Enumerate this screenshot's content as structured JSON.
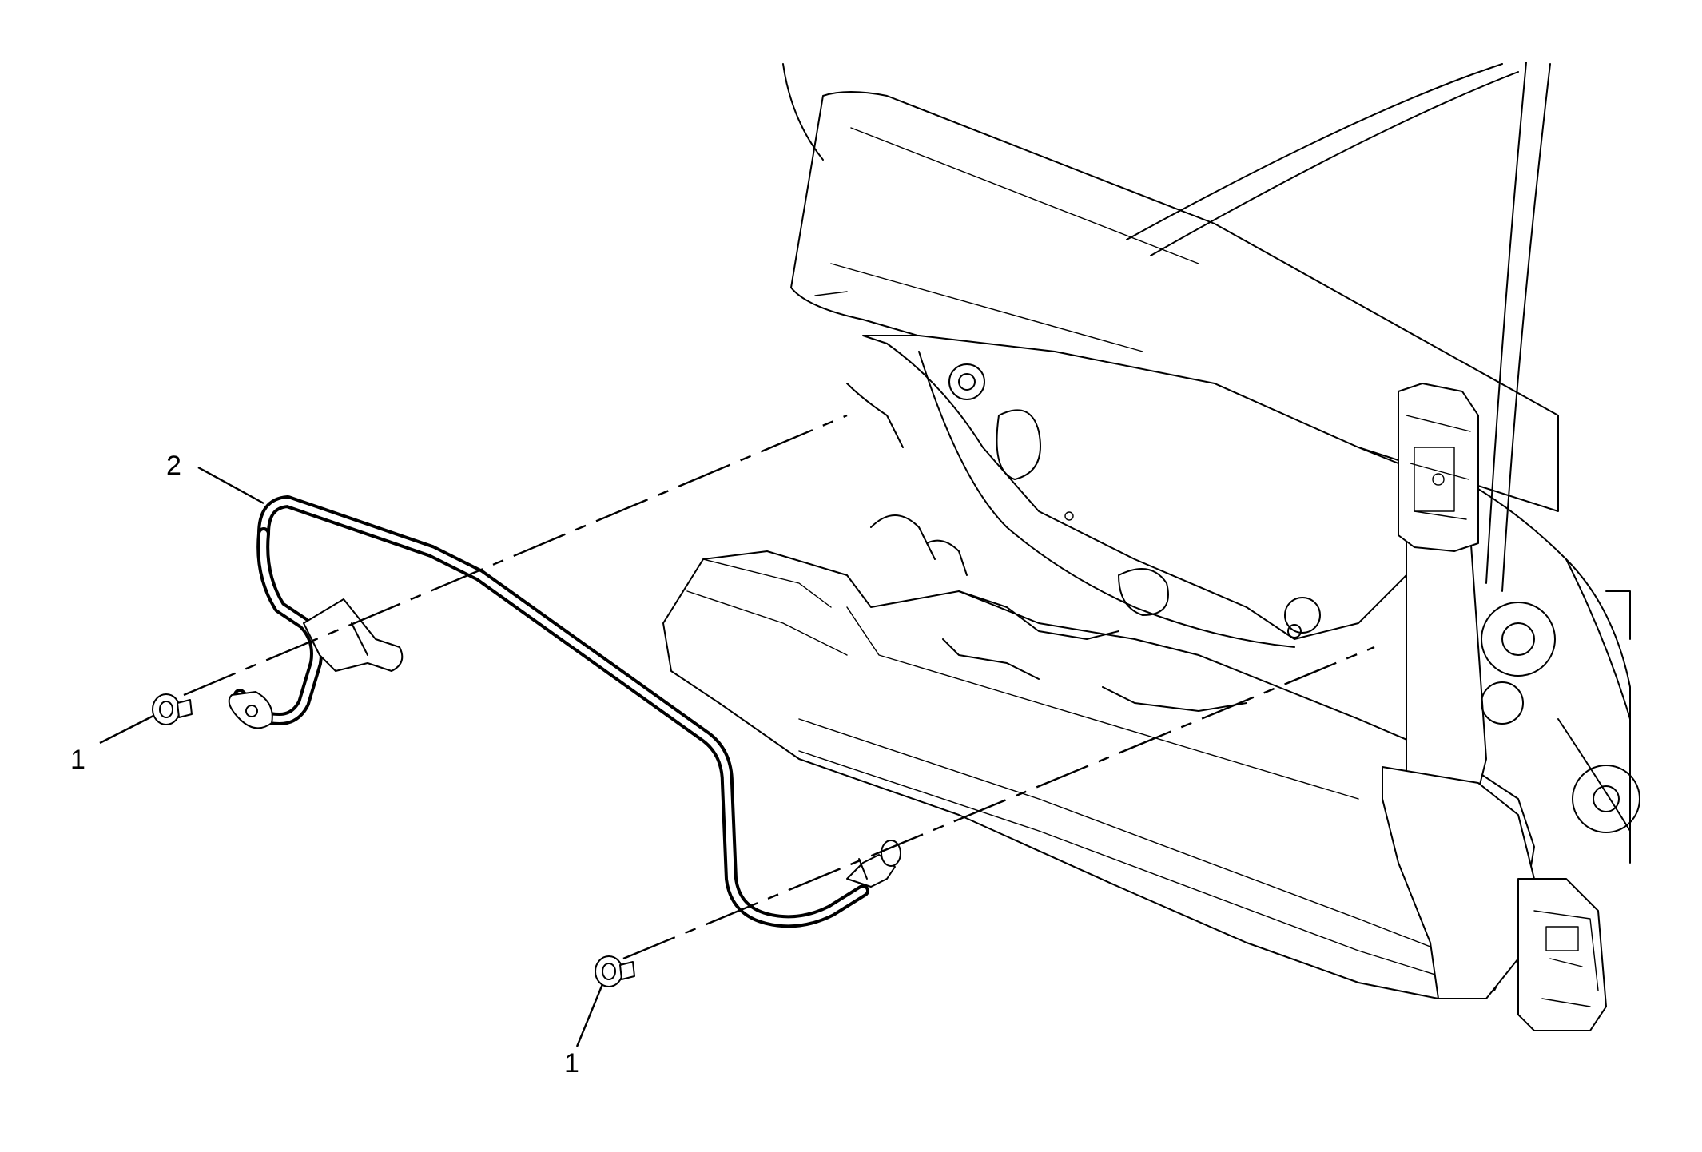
{
  "diagram": {
    "callouts": [
      {
        "id": "fastener-left",
        "label": "1"
      },
      {
        "id": "harness",
        "label": "2"
      },
      {
        "id": "fastener-bottom",
        "label": "1"
      }
    ]
  },
  "colors": {
    "line": "#000000",
    "background": "#ffffff"
  }
}
